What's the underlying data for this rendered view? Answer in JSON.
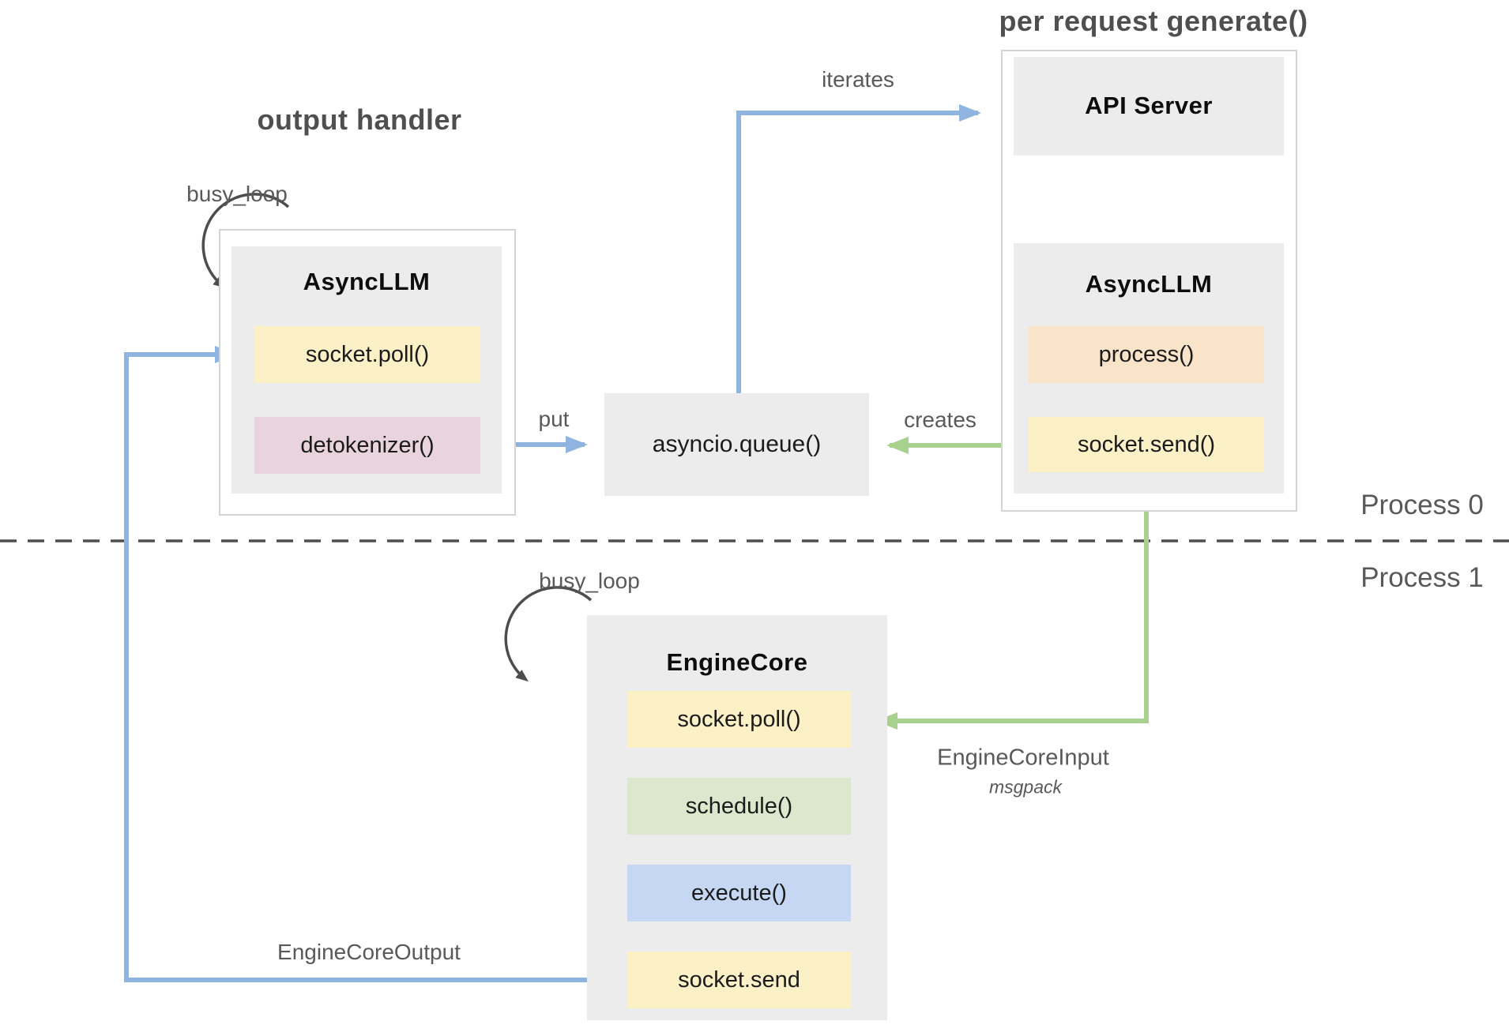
{
  "titles": {
    "output_handler": "output handler",
    "per_request_generate": "per request generate()"
  },
  "edge_labels": {
    "busy_loop_top": "busy_loop",
    "busy_loop_bottom": "busy_loop",
    "iterates": "iterates",
    "put": "put",
    "creates": "creates",
    "engine_core_input": "EngineCoreInput",
    "engine_core_input_format": "msgpack",
    "engine_core_output": "EngineCoreOutput"
  },
  "process_labels": {
    "above_divider": "Process 0",
    "below_divider": "Process 1"
  },
  "nodes": {
    "async_llm_left": {
      "title": "AsyncLLM",
      "methods": [
        {
          "label": "socket.poll()",
          "color": "#fbf0c6"
        },
        {
          "label": "detokenizer()",
          "color": "#e9d4dd"
        }
      ]
    },
    "api_server": {
      "title": "API Server"
    },
    "async_llm_right": {
      "title": "AsyncLLM",
      "methods": [
        {
          "label": "process()",
          "color": "#f9e4ca"
        },
        {
          "label": "socket.send()",
          "color": "#fbf0c6"
        }
      ]
    },
    "queue": {
      "label": "asyncio.queue()"
    },
    "engine_core": {
      "title": "EngineCore",
      "methods": [
        {
          "label": "socket.poll()",
          "color": "#fbf0c6"
        },
        {
          "label": "schedule()",
          "color": "#dbe8ce"
        },
        {
          "label": "execute()",
          "color": "#c5d7f2"
        },
        {
          "label": "socket.send",
          "color": "#fbf0c6"
        }
      ]
    }
  },
  "colors": {
    "arrow_blue": "#8fb4e0",
    "arrow_green": "#a9d18e",
    "node_fill": "#ececec",
    "loop_stroke": "#4d4d4d",
    "label_text": "#595959",
    "container_border": "#d4d4d4"
  }
}
